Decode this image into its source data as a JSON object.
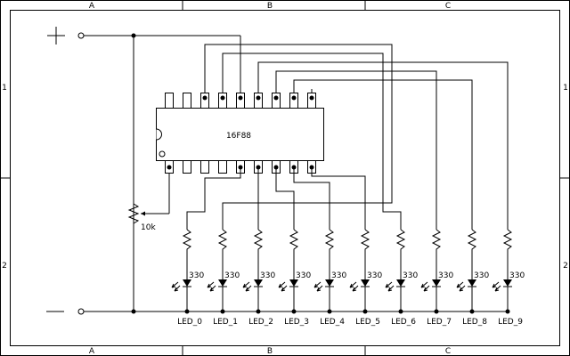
{
  "frame": {
    "columns": [
      "A",
      "B",
      "C"
    ],
    "rows": [
      "1",
      "2"
    ]
  },
  "power": {
    "positive_symbol": "+",
    "negative_symbol": "—"
  },
  "chip": {
    "label": "16F88"
  },
  "potentiometer": {
    "value": "10k"
  },
  "resistor_value": "330",
  "leds": [
    "LED_0",
    "LED_1",
    "LED_2",
    "LED_3",
    "LED_4",
    "LED_5",
    "LED_6",
    "LED_7",
    "LED_8",
    "LED_9"
  ]
}
